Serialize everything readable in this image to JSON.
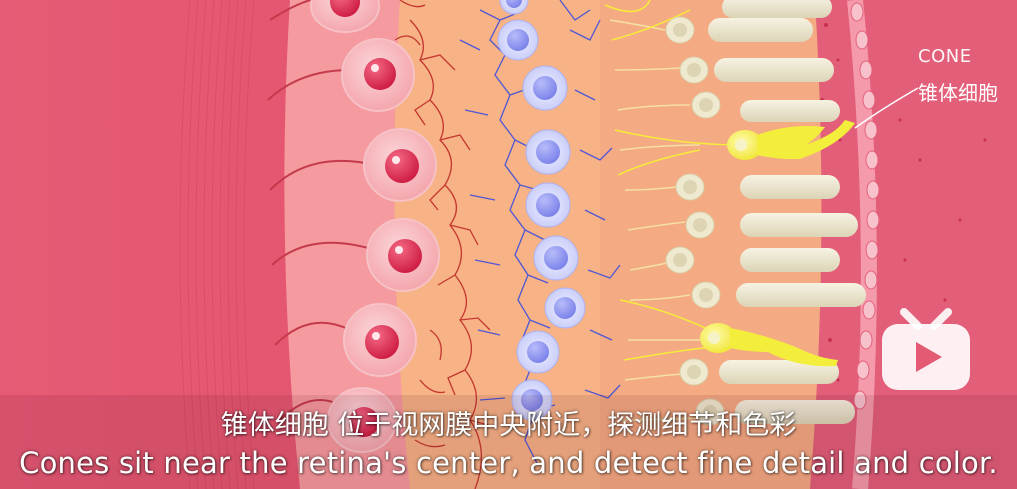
{
  "diagram_label": {
    "english": "CONE",
    "chinese": "锥体细胞"
  },
  "subtitles": {
    "chinese": "锥体细胞 位于视网膜中央附近，探测细节和色彩",
    "english": "Cones sit near the retina's center, and detect fine detail and color."
  },
  "icons": {
    "watermark": "bilibili-tv-icon"
  },
  "colors": {
    "outer_layer": "#e45a73",
    "middle_layer": "#f7b285",
    "ganglion_cell": "#e8466a",
    "bipolar_cell": "#8f96ef",
    "cone_cell": "#f3ee3c",
    "rod_cell": "#eae4c9",
    "nerve_red": "#c4362f",
    "nerve_blue": "#4f57d6"
  }
}
